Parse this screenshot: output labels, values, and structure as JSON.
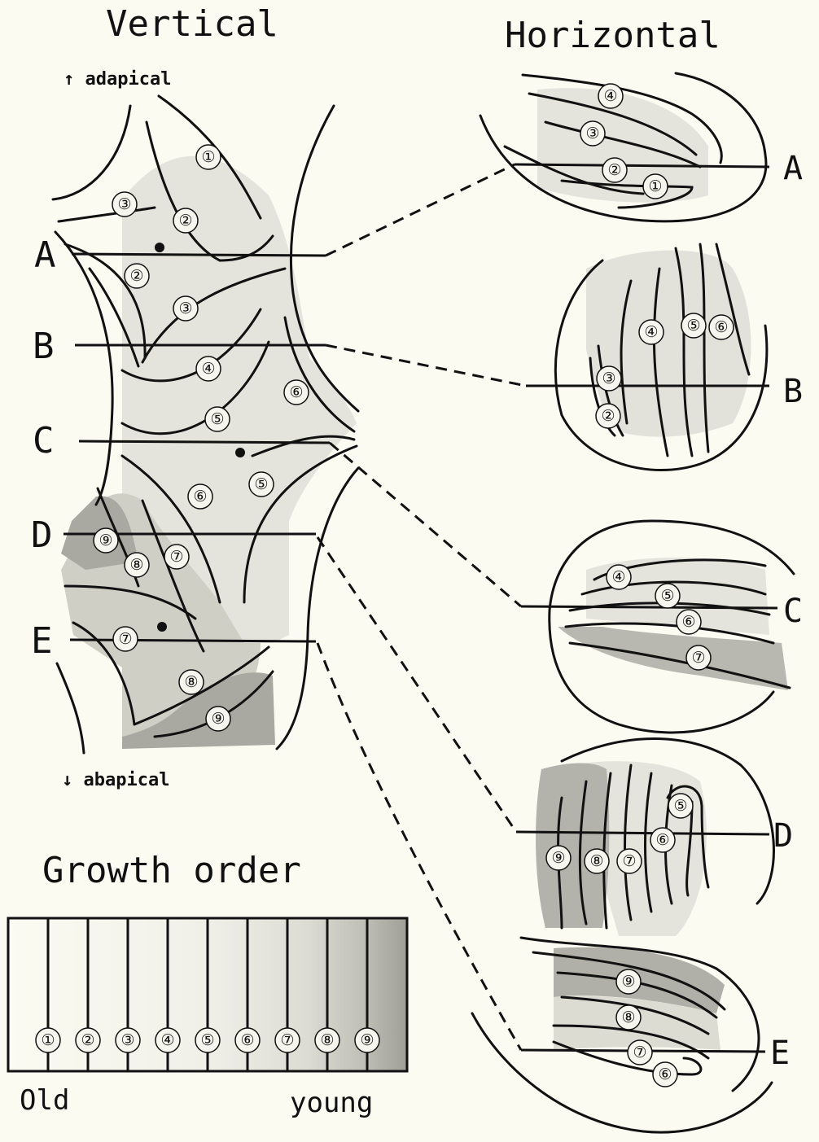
{
  "titles": {
    "vertical": "Vertical",
    "horizontal": "Horizontal"
  },
  "directions": {
    "adapical": "↑ adapical",
    "abapical": "↓ abapical"
  },
  "sections": [
    "A",
    "B",
    "C",
    "D",
    "E"
  ],
  "growth_order": {
    "title": "Growth order",
    "numbers": [
      "①",
      "②",
      "③",
      "④",
      "⑤",
      "⑥",
      "⑦",
      "⑧",
      "⑨"
    ],
    "old_label": "Old",
    "young_label": "young"
  },
  "vertical_labels": {
    "v1": "①",
    "v3a": "③",
    "v2a": "②",
    "v2b": "②",
    "v3b": "③",
    "v4": "④",
    "v6a": "⑥",
    "v5a": "⑤",
    "v5b": "⑤",
    "v6b": "⑥",
    "v9a": "⑨",
    "v7a": "⑦",
    "v8a": "⑧",
    "v7b": "⑦",
    "v8b": "⑧",
    "v9b": "⑨"
  },
  "horizontal_labels": {
    "A": [
      "④",
      "③",
      "②",
      "①"
    ],
    "B": [
      "④",
      "⑤",
      "⑥",
      "③",
      "②"
    ],
    "C": [
      "④",
      "⑤",
      "⑥",
      "⑦"
    ],
    "D": [
      "⑤",
      "⑥",
      "⑨",
      "⑧",
      "⑦"
    ],
    "E": [
      "⑨",
      "⑧",
      "⑦",
      "⑥"
    ]
  },
  "colors": {
    "ink": "#111111",
    "paper": "#fbfbf2",
    "light_shade": "#e2e2da",
    "mid_shade": "#c9c9c0",
    "dark_shade": "#a3a39b"
  }
}
